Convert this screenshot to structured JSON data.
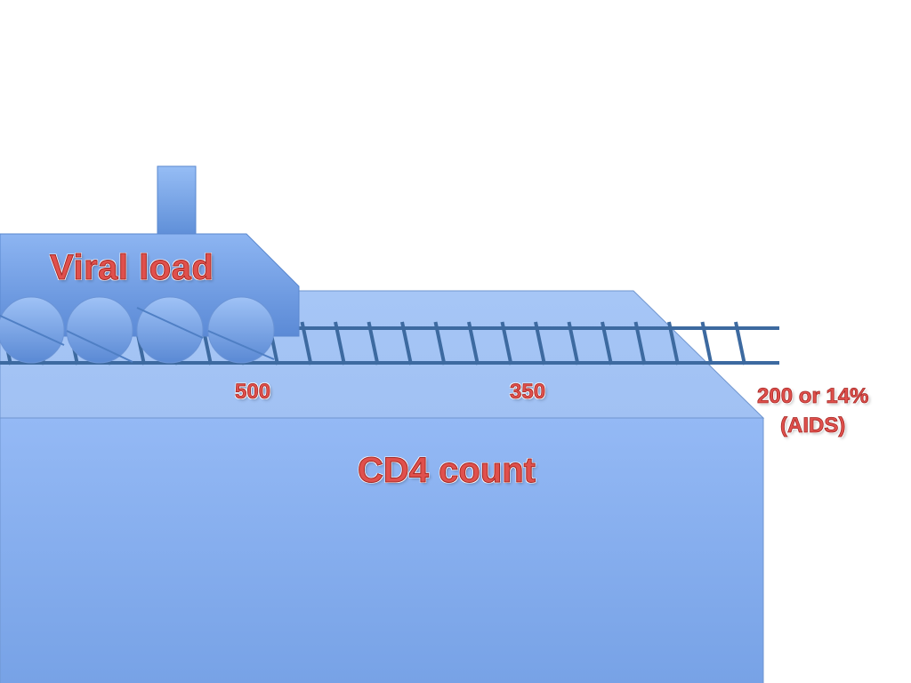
{
  "train": {
    "label": "Viral load"
  },
  "platform": {
    "label": "CD4 count"
  },
  "track_markers": [
    {
      "value": "500"
    },
    {
      "value": "350"
    },
    {
      "value": "200 or 14%",
      "note": "(AIDS)"
    }
  ],
  "colors": {
    "label_red": "#e0504c",
    "track_blue": "#3d6aa0",
    "platform_light": "#a9c9f5",
    "platform_dark": "#7fa6e6",
    "train_body": "#6f9ee6"
  }
}
